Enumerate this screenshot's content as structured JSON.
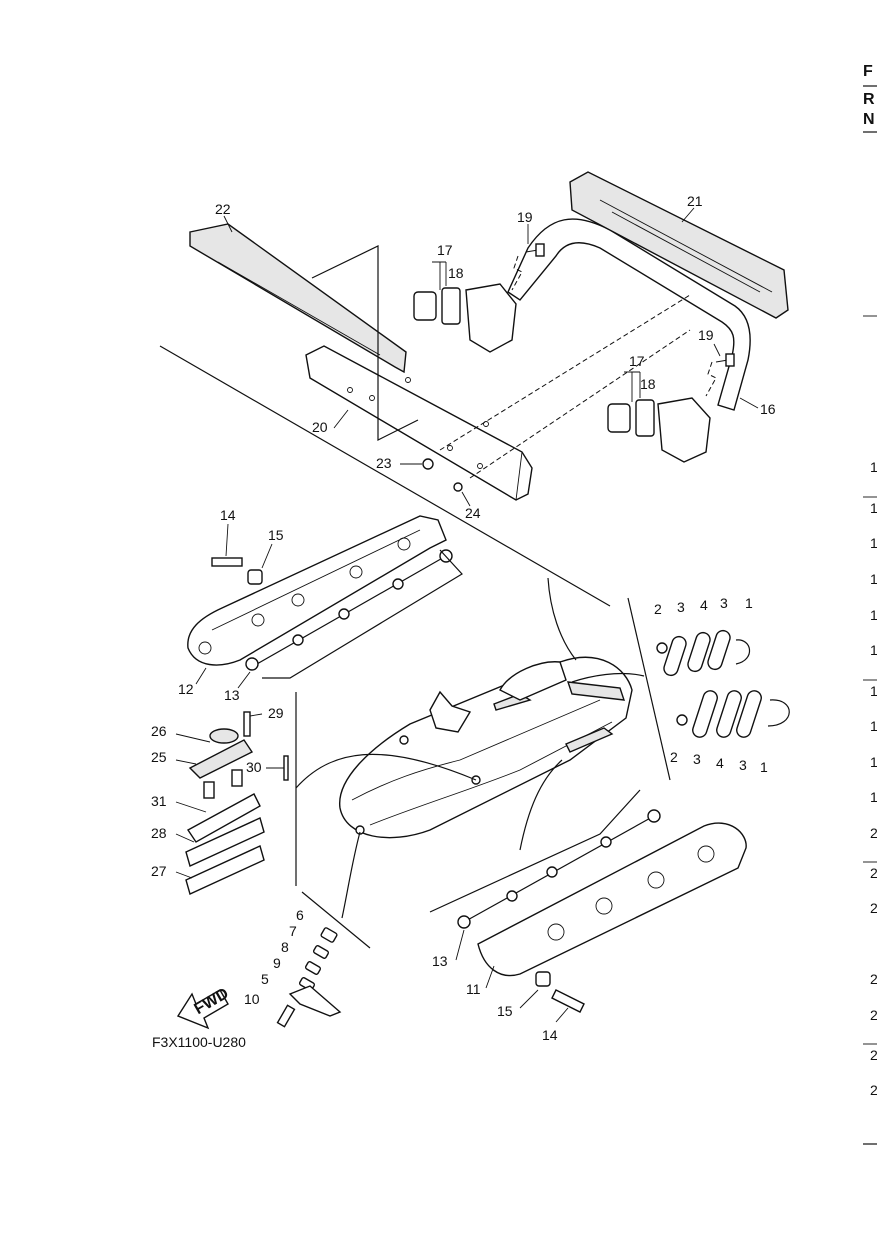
{
  "diagram": {
    "code": "F3X1100-U280",
    "fwd_label": "FWD",
    "callouts": {
      "c1a": "1",
      "c1b": "1",
      "c2a": "2",
      "c2b": "2",
      "c3a": "3",
      "c3b": "3",
      "c3c": "3",
      "c3d": "3",
      "c4a": "4",
      "c4b": "4",
      "c5": "5",
      "c6": "6",
      "c7": "7",
      "c8": "8",
      "c9": "9",
      "c10": "10",
      "c11": "11",
      "c12": "12",
      "c13a": "13",
      "c13b": "13",
      "c14a": "14",
      "c14b": "14",
      "c15a": "15",
      "c15b": "15",
      "c16": "16",
      "c17a": "17",
      "c17b": "17",
      "c18a": "18",
      "c18b": "18",
      "c19a": "19",
      "c19b": "19",
      "c20": "20",
      "c21": "21",
      "c22": "22",
      "c23": "23",
      "c24": "24",
      "c25": "25",
      "c26": "26",
      "c27": "27",
      "c28": "28",
      "c29": "29",
      "c30": "30",
      "c31": "31"
    }
  },
  "right_edge": {
    "header": [
      "F",
      "R",
      "N"
    ],
    "digits": [
      "1",
      "1",
      "1",
      "1",
      "1",
      "1",
      "1",
      "1",
      "1",
      "1",
      "2",
      "2",
      "2",
      "2",
      "2",
      "2",
      "2"
    ]
  }
}
